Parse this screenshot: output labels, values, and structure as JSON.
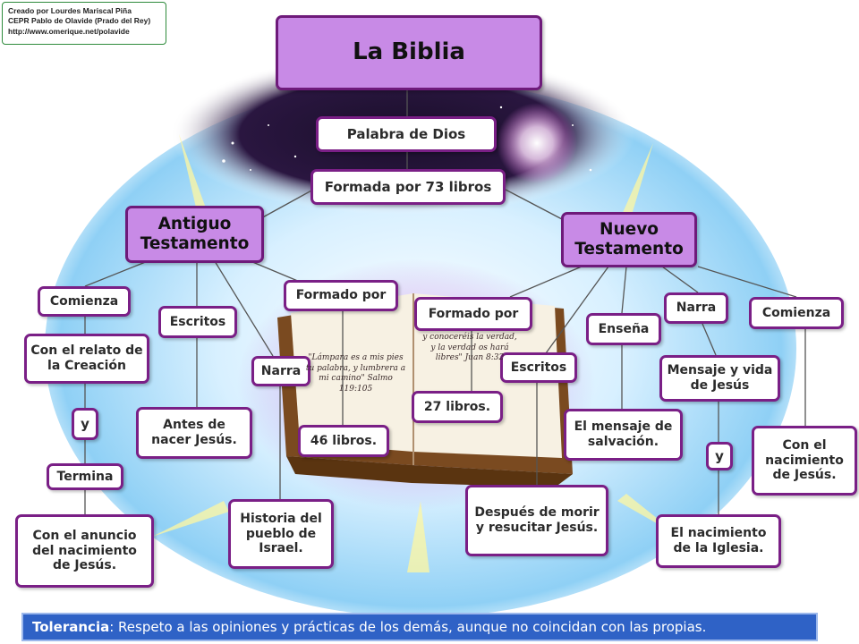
{
  "credit": {
    "line1": "Creado por Lourdes Mariscal Piña",
    "line2": "CEPR Pablo de Olavide (Prado del Rey)",
    "line3": "http://www.omerique.net/polavide"
  },
  "diagram": {
    "title": "La Biblia",
    "palabra": "Palabra de Dios",
    "formada": "Formada por 73 libros",
    "antiguo": {
      "title": "Antiguo Testamento",
      "comienza": "Comienza",
      "relato": "Con el relato de la Creación",
      "y": "y",
      "termina": "Termina",
      "anuncio": "Con el anuncio del nacimiento de Jesús.",
      "escritos": "Escritos",
      "antes": "Antes de nacer Jesús.",
      "narra": "Narra",
      "historia": "Historia del pueblo de Israel.",
      "formado_por": "Formado por",
      "libros": "46 libros."
    },
    "nuevo": {
      "title": "Nuevo Testamento",
      "formado_por": "Formado por",
      "libros": "27 libros.",
      "escritos": "Escritos",
      "despues": "Después de morir y resucitar Jesús.",
      "ensena": "Enseña",
      "mensaje_salvacion": "El mensaje de salvación.",
      "narra": "Narra",
      "mensaje_vida": "Mensaje y vida de Jesús",
      "y": "y",
      "iglesia": "El nacimiento de la Iglesia.",
      "comienza": "Comienza",
      "nacimiento": "Con el nacimiento de Jesús."
    },
    "book": {
      "quote_left": "\"Lámpara es a mis pies tu palabra, y lumbrera a mi camino\" Salmo 119:105",
      "quote_right": "y conoceréis la verdad, y la verdad os hará libres\" Juan 8:32"
    }
  },
  "footer": {
    "term": "Tolerancia",
    "definition": ": Respeto a las opiniones y prácticas de los demás, aunque no coincidan con las propias."
  },
  "colors": {
    "node_border": "#7a1f86",
    "title_fill": "#c88ae6",
    "footer_bg": "#2f62c6",
    "sky": "#8fd0f5"
  }
}
